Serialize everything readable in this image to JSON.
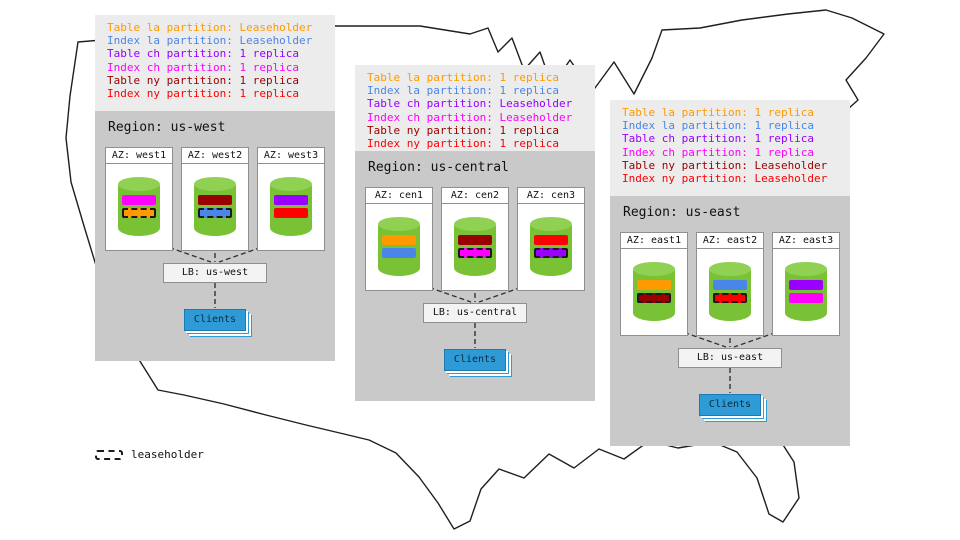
{
  "legend": {
    "leaseholder_label": "leaseholder"
  },
  "colors": {
    "orange": "#ff9900",
    "blue": "#4a86e8",
    "purple": "#9900ff",
    "magenta": "#ff00ff",
    "dark_red": "#990000",
    "red": "#ff0000",
    "cylinder_green": "#79c236",
    "clients_blue": "#2e9bd6",
    "region_gray": "#c9c9c9",
    "notes_gray": "#ececec"
  },
  "regions": [
    {
      "title": "Region: us-west",
      "notes": [
        {
          "text": "Table la partition: Leaseholder",
          "color": "#ff9900"
        },
        {
          "text": "Index la partition: Leaseholder",
          "color": "#4a86e8"
        },
        {
          "text": "Table ch partition: 1 replica",
          "color": "#9900ff"
        },
        {
          "text": "Index ch partition: 1 replica",
          "color": "#ff00ff"
        },
        {
          "text": "Table ny partition: 1 replica",
          "color": "#990000"
        },
        {
          "text": "Index ny partition: 1 replica",
          "color": "#ff0000"
        }
      ],
      "azs": [
        {
          "label": "AZ: west1",
          "bars": [
            {
              "color": "#ff00ff",
              "leaseholder": false
            },
            {
              "color": "#ff9900",
              "leaseholder": true
            }
          ]
        },
        {
          "label": "AZ: west2",
          "bars": [
            {
              "color": "#990000",
              "leaseholder": false
            },
            {
              "color": "#4a86e8",
              "leaseholder": true
            }
          ]
        },
        {
          "label": "AZ: west3",
          "bars": [
            {
              "color": "#9900ff",
              "leaseholder": false
            },
            {
              "color": "#ff0000",
              "leaseholder": false
            }
          ]
        }
      ],
      "lb_label": "LB: us-west",
      "clients_label": "Clients"
    },
    {
      "title": "Region: us-central",
      "notes": [
        {
          "text": "Table la partition: 1 replica",
          "color": "#ff9900"
        },
        {
          "text": "Index la partition: 1 replica",
          "color": "#4a86e8"
        },
        {
          "text": "Table ch partition: Leaseholder",
          "color": "#9900ff"
        },
        {
          "text": "Index ch partition: Leaseholder",
          "color": "#ff00ff"
        },
        {
          "text": "Table ny partition: 1 replica",
          "color": "#990000"
        },
        {
          "text": "Index ny partition: 1 replica",
          "color": "#ff0000"
        }
      ],
      "azs": [
        {
          "label": "AZ: cen1",
          "bars": [
            {
              "color": "#ff9900",
              "leaseholder": false
            },
            {
              "color": "#4a86e8",
              "leaseholder": false
            }
          ]
        },
        {
          "label": "AZ: cen2",
          "bars": [
            {
              "color": "#990000",
              "leaseholder": false
            },
            {
              "color": "#ff00ff",
              "leaseholder": true
            }
          ]
        },
        {
          "label": "AZ: cen3",
          "bars": [
            {
              "color": "#ff0000",
              "leaseholder": false
            },
            {
              "color": "#9900ff",
              "leaseholder": true
            }
          ]
        }
      ],
      "lb_label": "LB: us-central",
      "clients_label": "Clients"
    },
    {
      "title": "Region: us-east",
      "notes": [
        {
          "text": "Table la partition: 1 replica",
          "color": "#ff9900"
        },
        {
          "text": "Index la partition: 1 replica",
          "color": "#4a86e8"
        },
        {
          "text": "Table ch partition: 1 replica",
          "color": "#9900ff"
        },
        {
          "text": "Index ch partition: 1 replica",
          "color": "#ff00ff"
        },
        {
          "text": "Table ny partition: Leaseholder",
          "color": "#990000"
        },
        {
          "text": "Index ny partition: Leaseholder",
          "color": "#ff0000"
        }
      ],
      "azs": [
        {
          "label": "AZ: east1",
          "bars": [
            {
              "color": "#ff9900",
              "leaseholder": false
            },
            {
              "color": "#990000",
              "leaseholder": true
            }
          ]
        },
        {
          "label": "AZ: east2",
          "bars": [
            {
              "color": "#4a86e8",
              "leaseholder": false
            },
            {
              "color": "#ff0000",
              "leaseholder": true
            }
          ]
        },
        {
          "label": "AZ: east3",
          "bars": [
            {
              "color": "#9900ff",
              "leaseholder": false
            },
            {
              "color": "#ff00ff",
              "leaseholder": false
            }
          ]
        }
      ],
      "lb_label": "LB: us-east",
      "clients_label": "Clients"
    }
  ]
}
